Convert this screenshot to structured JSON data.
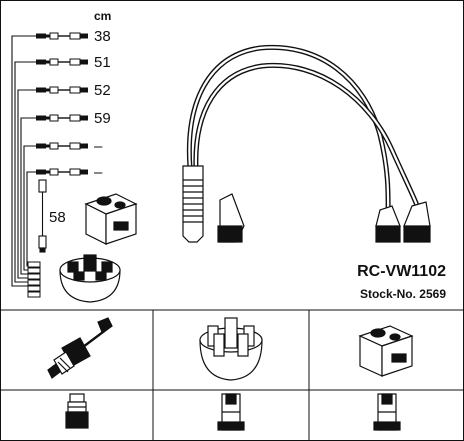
{
  "unit_label": "cm",
  "lengths": [
    "38",
    "51",
    "52",
    "59",
    "–",
    "–"
  ],
  "coil_wire_length": "58",
  "product_code": "RC-VW1102",
  "stock_number": "Stock-No. 2569",
  "colors": {
    "line": "#111111",
    "background": "#ffffff"
  }
}
